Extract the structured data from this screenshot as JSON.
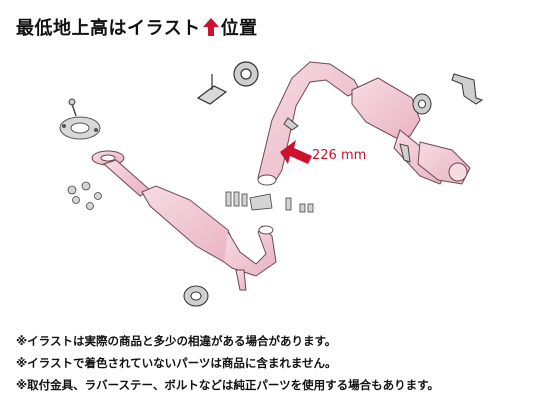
{
  "title": {
    "before": "最低地上高はイラスト",
    "arrow_icon": "red-up-arrow",
    "after": "位置"
  },
  "dimension": {
    "label": "226 mm"
  },
  "notes": [
    "※イラストは実際の商品と多少の相違がある場合があります。",
    "※イラストで着色されていないパーツは商品に含まれません。",
    "※取付金具、ラバーステー、ボルトなどは純正パーツを使用する場合もあります。"
  ],
  "colors": {
    "pipe_fill": "#f3cad6",
    "pipe_stroke": "#6a4a52",
    "arrow": "#d0112b",
    "hardware": "#cfcfcf"
  }
}
